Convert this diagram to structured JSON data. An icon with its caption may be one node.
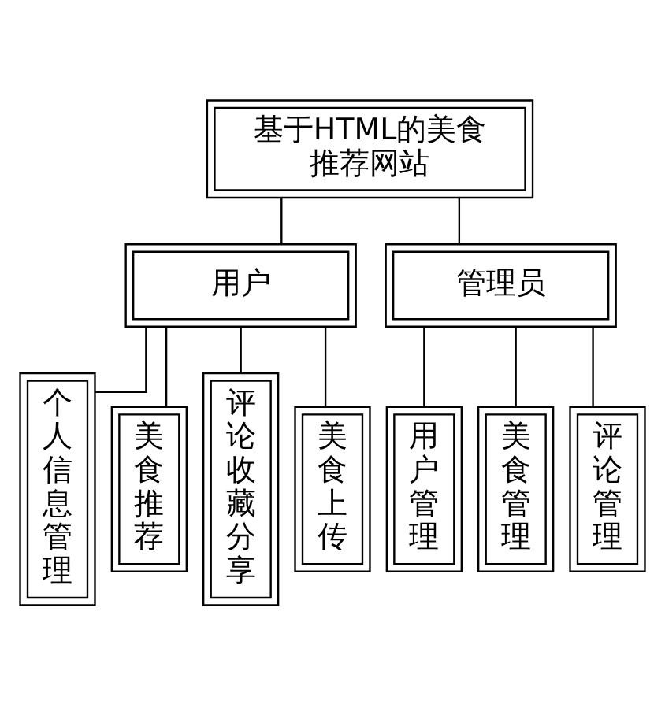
{
  "diagram": {
    "nodes": [
      {
        "text": [
          "基于HTML的美食推荐网站"
        ]
      },
      {
        "text": [
          "用户"
        ]
      },
      {
        "text": [
          "管理员"
        ]
      },
      {
        "text": [
          "个人信息管理"
        ]
      },
      {
        "text": [
          "美食推荐"
        ]
      },
      {
        "text": [
          "评论收藏分享"
        ]
      },
      {
        "text": [
          "美食上传"
        ]
      },
      {
        "text": [
          "用户管理"
        ]
      },
      {
        "text": [
          "美食管理"
        ]
      },
      {
        "text": [
          "评论管理"
        ]
      }
    ],
    "edges": [
      {
        "from": 0,
        "to": 1,
        "arrow": "none"
      },
      {
        "from": 0,
        "to": 2,
        "arrow": "none"
      },
      {
        "from": 1,
        "to": 3,
        "arrow": "none"
      },
      {
        "from": 1,
        "to": 4,
        "arrow": "none"
      },
      {
        "from": 1,
        "to": 5,
        "arrow": "none"
      },
      {
        "from": 1,
        "to": 6,
        "arrow": "none"
      },
      {
        "from": 2,
        "to": 7,
        "arrow": "none"
      },
      {
        "from": 2,
        "to": 8,
        "arrow": "none"
      },
      {
        "from": 2,
        "to": 9,
        "arrow": "none"
      }
    ]
  }
}
